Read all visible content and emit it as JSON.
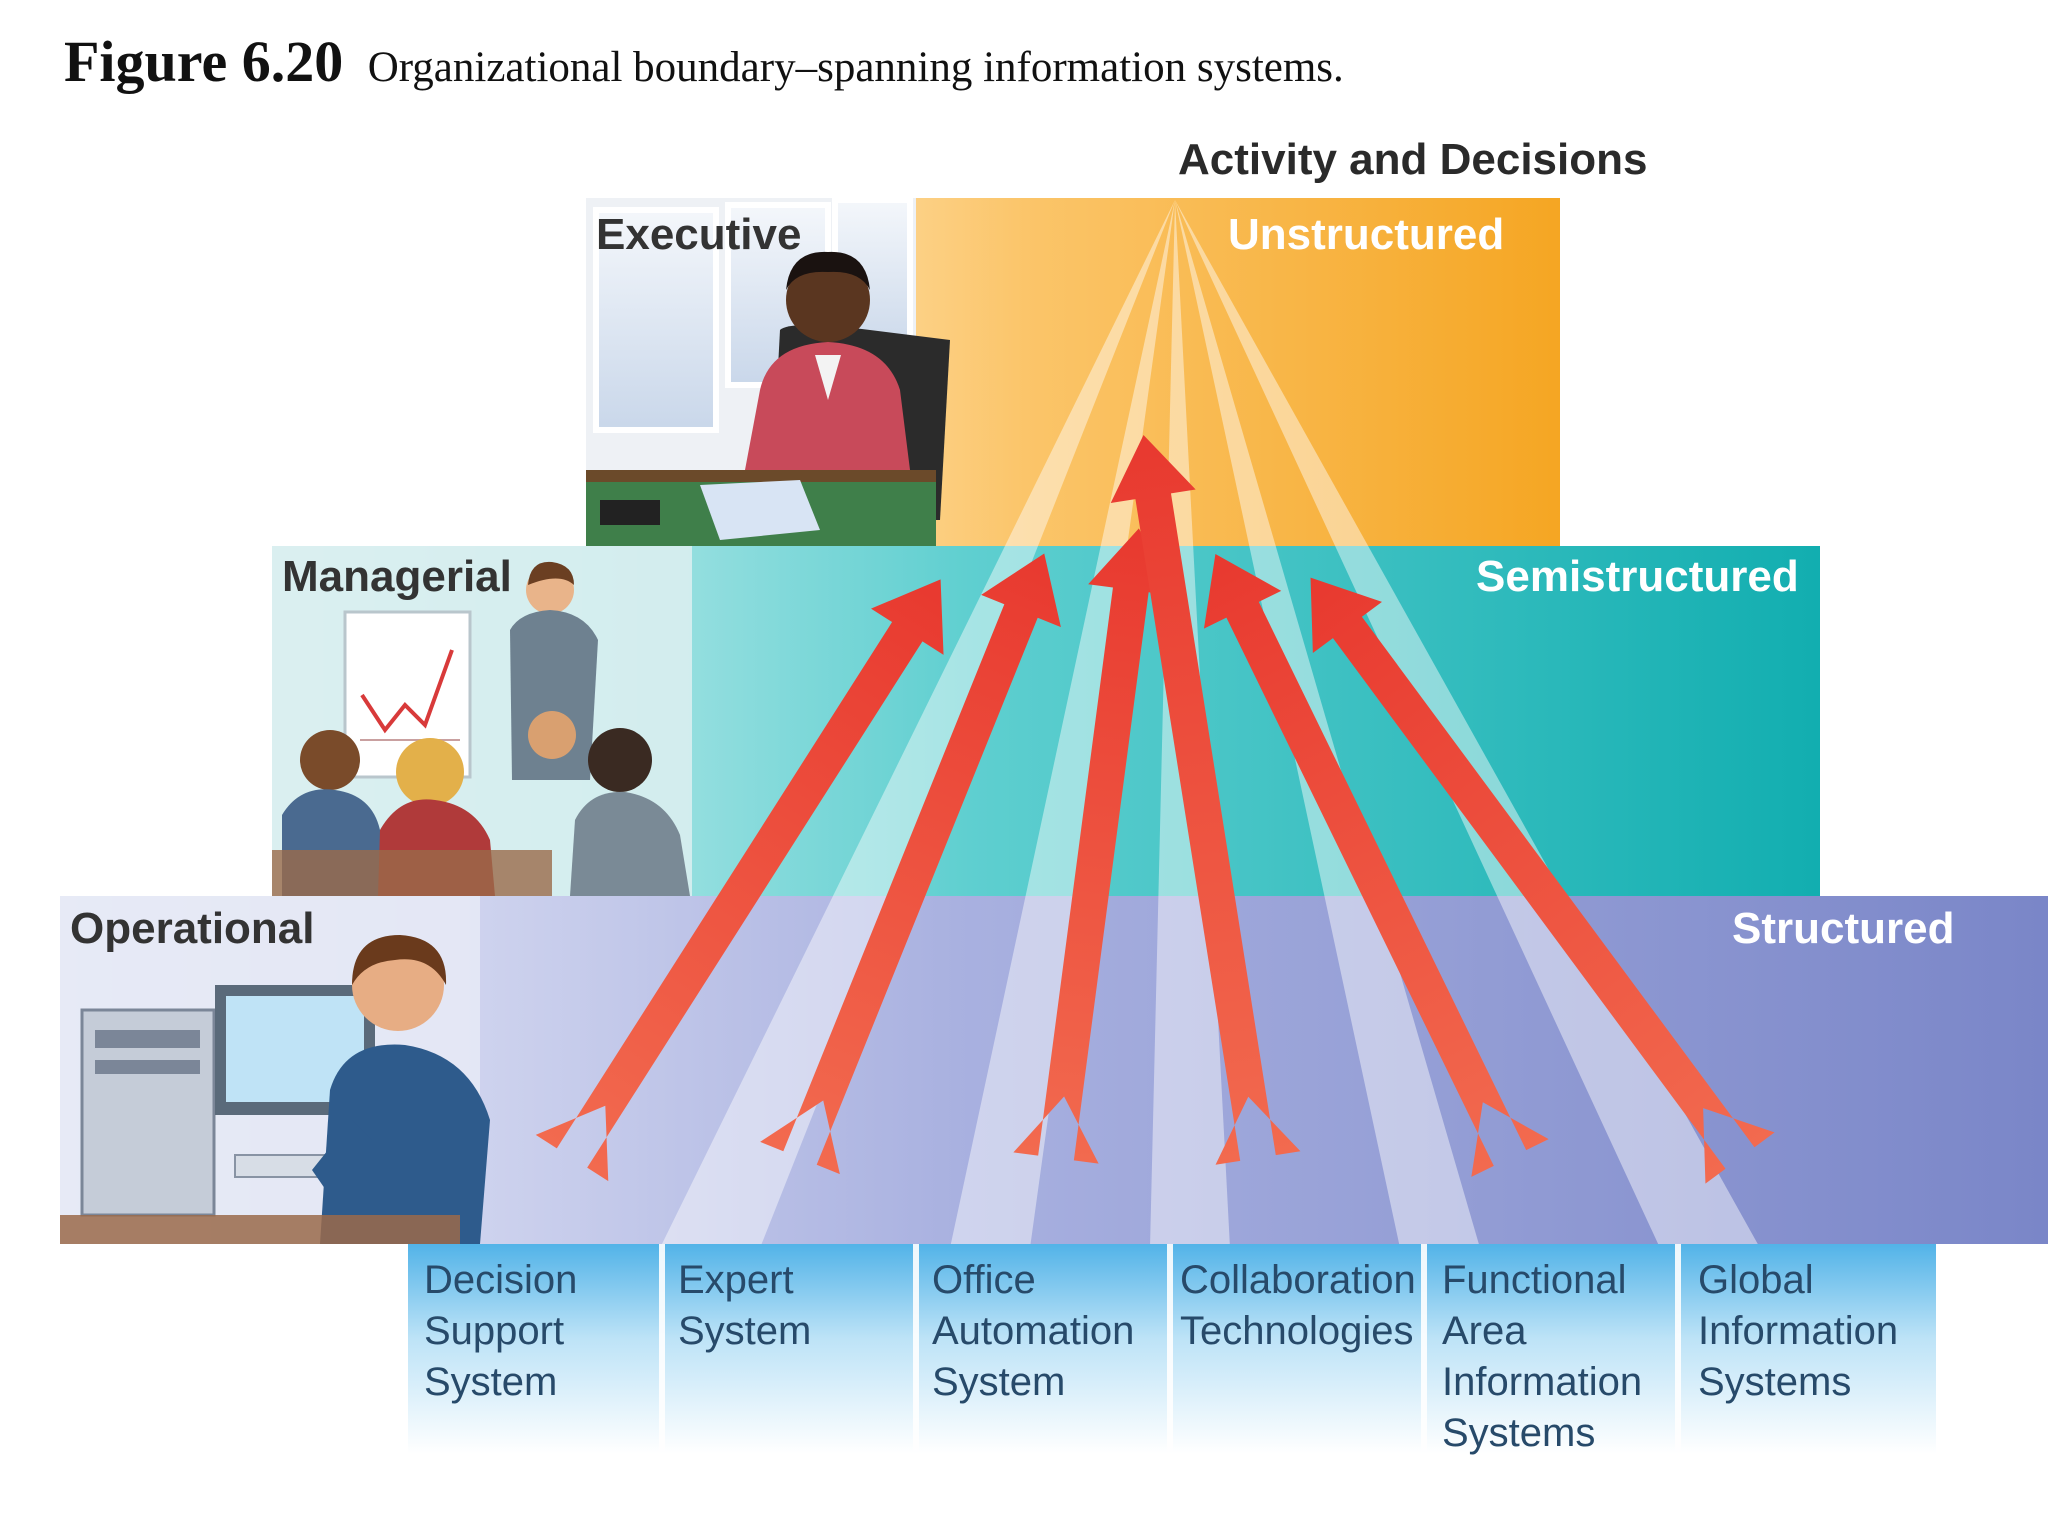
{
  "caption": {
    "number": "Figure 6.20",
    "text": "Organizational boundary–spanning information systems."
  },
  "axis_title": "Activity and Decisions",
  "levels": [
    {
      "name": "Executive",
      "decision_type": "Unstructured",
      "color": "#f5a623"
    },
    {
      "name": "Managerial",
      "decision_type": "Semistructured",
      "color": "#17b3b5"
    },
    {
      "name": "Operational",
      "decision_type": "Structured",
      "color": "#7a86c8"
    }
  ],
  "systems": [
    "Decision\nSupport\nSystem",
    "Expert\nSystem",
    "Office\nAutomation\nSystem",
    "Collaboration\nTechnologies",
    "Functional\nArea\nInformation\nSystems",
    "Global\nInformation\nSystems"
  ],
  "colors": {
    "arrow": "#e8392f",
    "arrow_light": "#f26a4f",
    "system_band": "#4fb0e6"
  }
}
